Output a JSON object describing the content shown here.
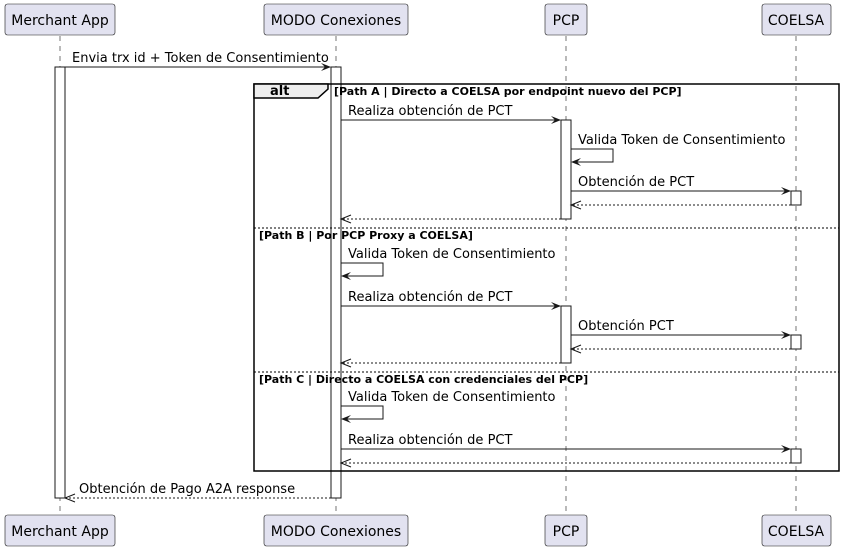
{
  "participants": [
    {
      "id": "merchant",
      "label": "Merchant App"
    },
    {
      "id": "modo",
      "label": "MODO Conexiones"
    },
    {
      "id": "pcp",
      "label": "PCP"
    },
    {
      "id": "coelsa",
      "label": "COELSA"
    }
  ],
  "frame": {
    "type_label": "alt",
    "sections": [
      {
        "guard": "[Path A | Directo a COELSA por endpoint nuevo del PCP]"
      },
      {
        "guard": "[Path B | Por PCP Proxy a COELSA]"
      },
      {
        "guard": "[Path C | Directo a COELSA con credenciales del PCP]"
      }
    ]
  },
  "messages": [
    {
      "from": "merchant",
      "to": "modo",
      "label": "Envia trx id + Token de Consentimiento",
      "dashed": false
    },
    {
      "from": "modo",
      "to": "pcp",
      "label": "Realiza obtención de PCT",
      "dashed": false
    },
    {
      "from": "pcp",
      "to": "pcp",
      "label": "Valida Token de Consentimiento",
      "dashed": false
    },
    {
      "from": "pcp",
      "to": "coelsa",
      "label": "Obtención de PCT",
      "dashed": false
    },
    {
      "from": "coelsa",
      "to": "pcp",
      "label": "",
      "dashed": true
    },
    {
      "from": "pcp",
      "to": "modo",
      "label": "",
      "dashed": true
    },
    {
      "from": "modo",
      "to": "modo",
      "label": "Valida Token de Consentimiento",
      "dashed": false
    },
    {
      "from": "modo",
      "to": "pcp",
      "label": "Realiza obtención de PCT",
      "dashed": false
    },
    {
      "from": "pcp",
      "to": "coelsa",
      "label": "Obtención PCT",
      "dashed": false
    },
    {
      "from": "coelsa",
      "to": "pcp",
      "label": "",
      "dashed": true
    },
    {
      "from": "pcp",
      "to": "modo",
      "label": "",
      "dashed": true
    },
    {
      "from": "modo",
      "to": "modo",
      "label": "Valida Token de Consentimiento",
      "dashed": false
    },
    {
      "from": "modo",
      "to": "coelsa",
      "label": "Realiza obtención de PCT",
      "dashed": false
    },
    {
      "from": "coelsa",
      "to": "modo",
      "label": "",
      "dashed": true
    },
    {
      "from": "modo",
      "to": "merchant",
      "label": "Obtención de Pago A2A response",
      "dashed": true
    }
  ],
  "colors": {
    "participant_fill": "#E2E2F0",
    "line": "#181818",
    "frame_tab": "#EEEEEE"
  }
}
